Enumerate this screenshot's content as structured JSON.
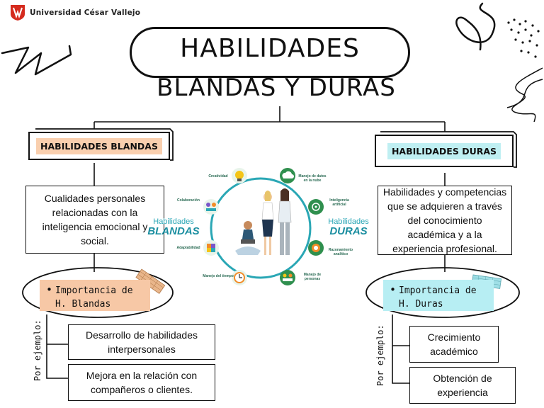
{
  "logo": {
    "text": "Universidad César Vallejo"
  },
  "title": {
    "line1": "HABILIDADES",
    "line2": "BLANDAS Y DURAS"
  },
  "left": {
    "header": "HABILIDADES BLANDAS",
    "description": "Cualidades personales relacionadas con la inteligencia emocional y social.",
    "importance": "Importancia de H. Blandas",
    "por_ejemplo": "Por ejemplo:",
    "examples": [
      "Desarrollo de habilidades interpersonales",
      "Mejora en la relación con compañeros o clientes."
    ]
  },
  "right": {
    "header": "HABILIDADES DURAS",
    "description": "Habilidades y competencias que se adquieren a través del conocimiento académica y a la experiencia profesional.",
    "importance": "Importancia de H. Duras",
    "por_ejemplo": "Por ejemplo:",
    "examples": [
      "Crecimiento académico",
      "Obtención de experiencia"
    ]
  },
  "center": {
    "left_label": {
      "top": "Habilidades",
      "bottom": "BLANDAS"
    },
    "right_label": {
      "top": "Habilidades",
      "bottom": "DURAS"
    },
    "icons": {
      "creatividad": "Creatividad",
      "colaboracion": "Colaboración",
      "adaptabilidad": "Adaptabilidad",
      "manejo_tiempo": "Manejo del tiempo",
      "manejo_datos": "Manejo de datos en la nube",
      "inteligencia_artificial": "Inteligencia artificial",
      "razonamiento": "Razonamiento analítico",
      "manejo_personas": "Manejo de personas"
    }
  },
  "colors": {
    "left_header_bg": "#f9cfae",
    "right_header_bg": "#bfeff2",
    "left_importance_bg": "#f7c8a6",
    "right_importance_bg": "#b7eef3",
    "circle": "#2aa7b5",
    "icon_green": "#2f8f4e"
  }
}
